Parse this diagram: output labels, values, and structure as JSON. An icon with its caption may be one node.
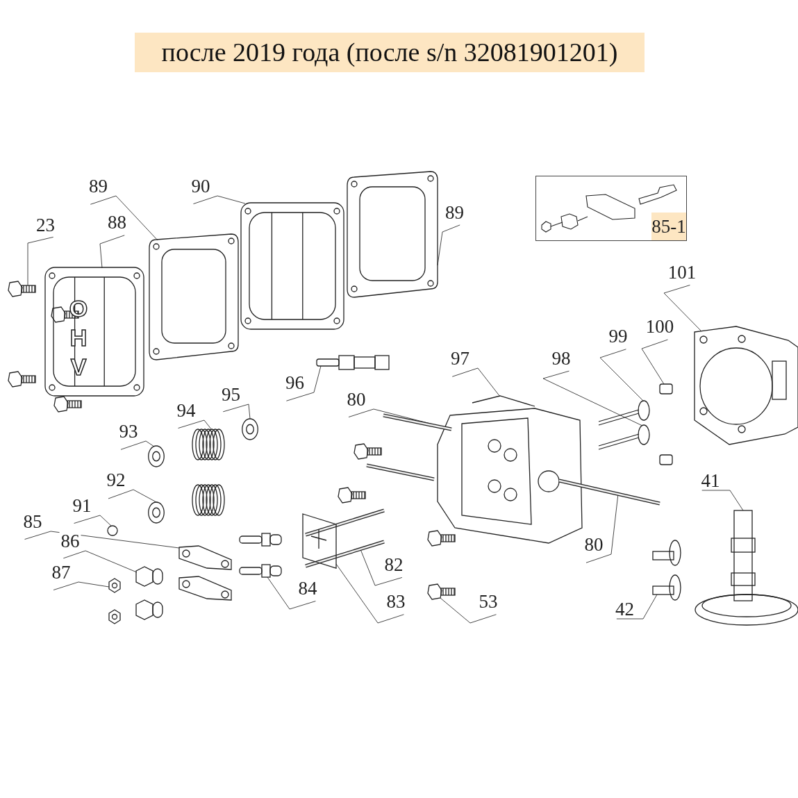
{
  "diagram": {
    "title": "после 2019 года (после s/n 32081901201)",
    "nodes": [
      {
        "text": [
          "89"
        ]
      },
      {
        "text": [
          "90"
        ]
      },
      {
        "text": [
          "85-1"
        ]
      },
      {
        "text": [
          "89"
        ]
      },
      {
        "text": [
          "88"
        ]
      },
      {
        "text": [
          "23"
        ]
      },
      {
        "text": [
          "101"
        ]
      },
      {
        "text": [
          "100"
        ]
      },
      {
        "text": [
          "99"
        ]
      },
      {
        "text": [
          "98"
        ]
      },
      {
        "text": [
          "97"
        ]
      },
      {
        "text": [
          "96"
        ]
      },
      {
        "text": [
          "95"
        ]
      },
      {
        "text": [
          "80"
        ]
      },
      {
        "text": [
          "94"
        ]
      },
      {
        "text": [
          "93"
        ]
      },
      {
        "text": [
          "41"
        ]
      },
      {
        "text": [
          "92"
        ]
      },
      {
        "text": [
          "91"
        ]
      },
      {
        "text": [
          "85"
        ]
      },
      {
        "text": [
          "80"
        ]
      },
      {
        "text": [
          "86"
        ]
      },
      {
        "text": [
          "82"
        ]
      },
      {
        "text": [
          "87"
        ]
      },
      {
        "text": [
          "84"
        ]
      },
      {
        "text": [
          "83"
        ]
      },
      {
        "text": [
          "53"
        ]
      },
      {
        "text": [
          "42"
        ]
      },
      {
        "text": [],
        "shape": "picture"
      },
      {
        "text": [],
        "shape": "picture"
      },
      {
        "text": [],
        "shape": "picture"
      },
      {
        "text": [],
        "shape": "picture"
      },
      {
        "text": [],
        "shape": "picture"
      },
      {
        "text": [],
        "shape": "picture"
      },
      {
        "text": [],
        "shape": "box"
      },
      {
        "text": [],
        "shape": "picture"
      },
      {
        "text": [],
        "shape": "picture"
      },
      {
        "text": [],
        "shape": "picture"
      },
      {
        "text": [],
        "shape": "picture"
      },
      {
        "text": [],
        "shape": "picture"
      },
      {
        "text": [],
        "shape": "picture"
      },
      {
        "text": [],
        "shape": "picture"
      },
      {
        "text": [],
        "shape": "picture"
      },
      {
        "text": [],
        "shape": "picture"
      },
      {
        "text": [],
        "shape": "picture"
      },
      {
        "text": [],
        "shape": "circle"
      },
      {
        "text": [],
        "shape": "picture"
      },
      {
        "text": [],
        "shape": "picture"
      },
      {
        "text": [],
        "shape": "picture"
      },
      {
        "text": [],
        "shape": "picture"
      },
      {
        "text": [],
        "shape": "picture"
      },
      {
        "text": [],
        "shape": "picture"
      },
      {
        "text": [],
        "shape": "picture"
      },
      {
        "text": [],
        "shape": "picture"
      },
      {
        "text": [],
        "shape": "picture"
      }
    ],
    "edges": [
      {
        "from": 0,
        "to": 28,
        "arrow": "none"
      },
      {
        "from": 1,
        "to": 29,
        "arrow": "none"
      },
      {
        "from": 3,
        "to": 30,
        "arrow": "none"
      },
      {
        "from": 4,
        "to": 31,
        "arrow": "none"
      },
      {
        "from": 5,
        "to": 32,
        "arrow": "none"
      },
      {
        "from": 6,
        "to": 33,
        "arrow": "none"
      },
      {
        "from": 7,
        "to": 34,
        "arrow": "none"
      },
      {
        "from": 8,
        "to": 35,
        "arrow": "none"
      },
      {
        "from": 9,
        "to": 36,
        "arrow": "none"
      },
      {
        "from": 10,
        "to": 37,
        "arrow": "none"
      },
      {
        "from": 11,
        "to": 38,
        "arrow": "none"
      },
      {
        "from": 12,
        "to": 39,
        "arrow": "none"
      },
      {
        "from": 13,
        "to": 40,
        "arrow": "none"
      },
      {
        "from": 14,
        "to": 41,
        "arrow": "none"
      },
      {
        "from": 15,
        "to": 42,
        "arrow": "none"
      },
      {
        "from": 16,
        "to": 43,
        "arrow": "none"
      },
      {
        "from": 17,
        "to": 44,
        "arrow": "none"
      },
      {
        "from": 18,
        "to": 45,
        "arrow": "none"
      },
      {
        "from": 19,
        "to": 46,
        "arrow": "none"
      },
      {
        "from": 20,
        "to": 47,
        "arrow": "none"
      },
      {
        "from": 21,
        "to": 48,
        "arrow": "none"
      },
      {
        "from": 22,
        "to": 49,
        "arrow": "none"
      },
      {
        "from": 23,
        "to": 50,
        "arrow": "none"
      },
      {
        "from": 24,
        "to": 51,
        "arrow": "none"
      },
      {
        "from": 25,
        "to": 52,
        "arrow": "none"
      },
      {
        "from": 26,
        "to": 53,
        "arrow": "none"
      },
      {
        "from": 27,
        "to": 54,
        "arrow": "none"
      }
    ],
    "labels": [
      "OHV"
    ]
  }
}
